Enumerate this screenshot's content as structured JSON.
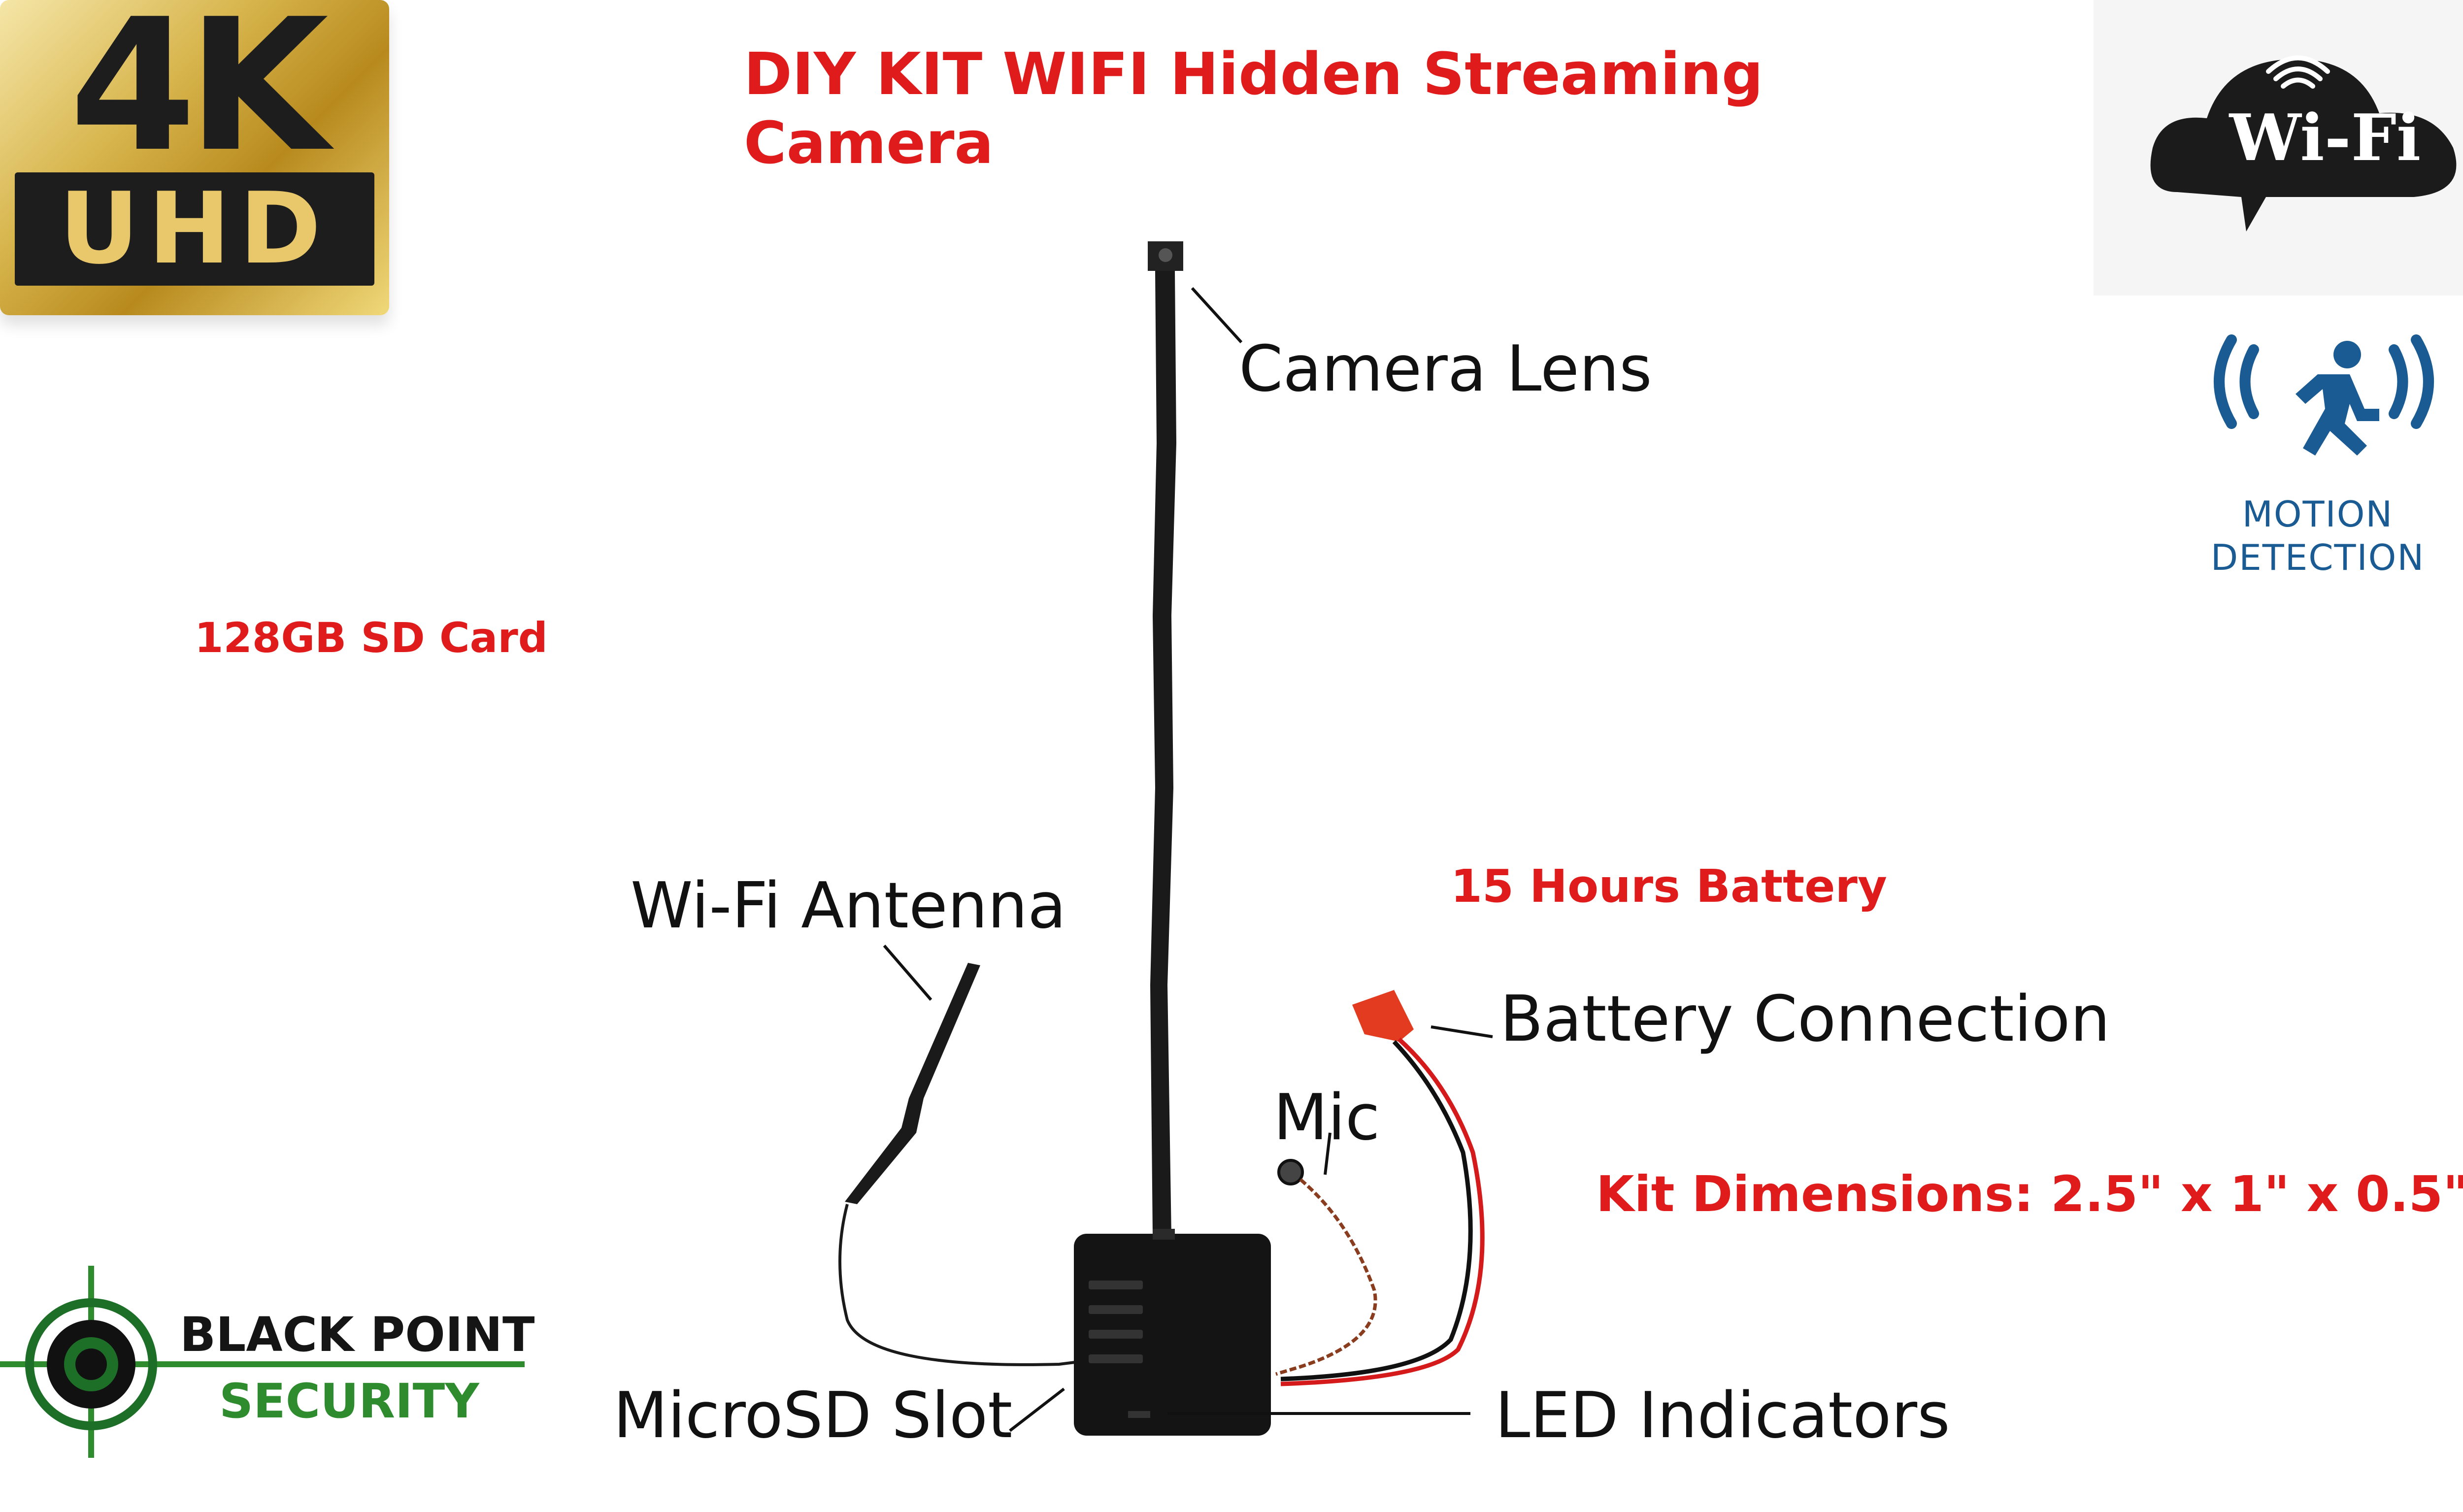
{
  "title": "DIY KIT WIFI Hidden Streaming Camera",
  "badges": {
    "resolution_top": "4K",
    "resolution_bottom": "UHD",
    "wifi": "Wi-Fi",
    "motion_line1": "MOTION",
    "motion_line2": "DETECTION"
  },
  "features": {
    "storage": "128GB SD Card",
    "battery": "15 Hours Battery",
    "dimensions": "Kit Dimensions: 2.5\" x 1\" x 0.5\""
  },
  "parts": {
    "camera_lens": "Camera Lens",
    "wifi_antenna": "Wi-Fi Antenna",
    "battery_connection": "Battery Connection",
    "mic": "Mic",
    "microsd_slot": "MicroSD Slot",
    "led_indicators": "LED Indicators"
  },
  "logo": {
    "line1": "BLACK POINT",
    "line2": "SECURITY"
  },
  "colors": {
    "headline_red": "#e01b1b",
    "logo_green": "#2e8b2e",
    "motion_blue": "#1a5b94",
    "badge_gold": "#d8b64e"
  },
  "icons": [
    "wifi-cloud-icon",
    "motion-detection-icon",
    "crosshair-logo-icon"
  ]
}
